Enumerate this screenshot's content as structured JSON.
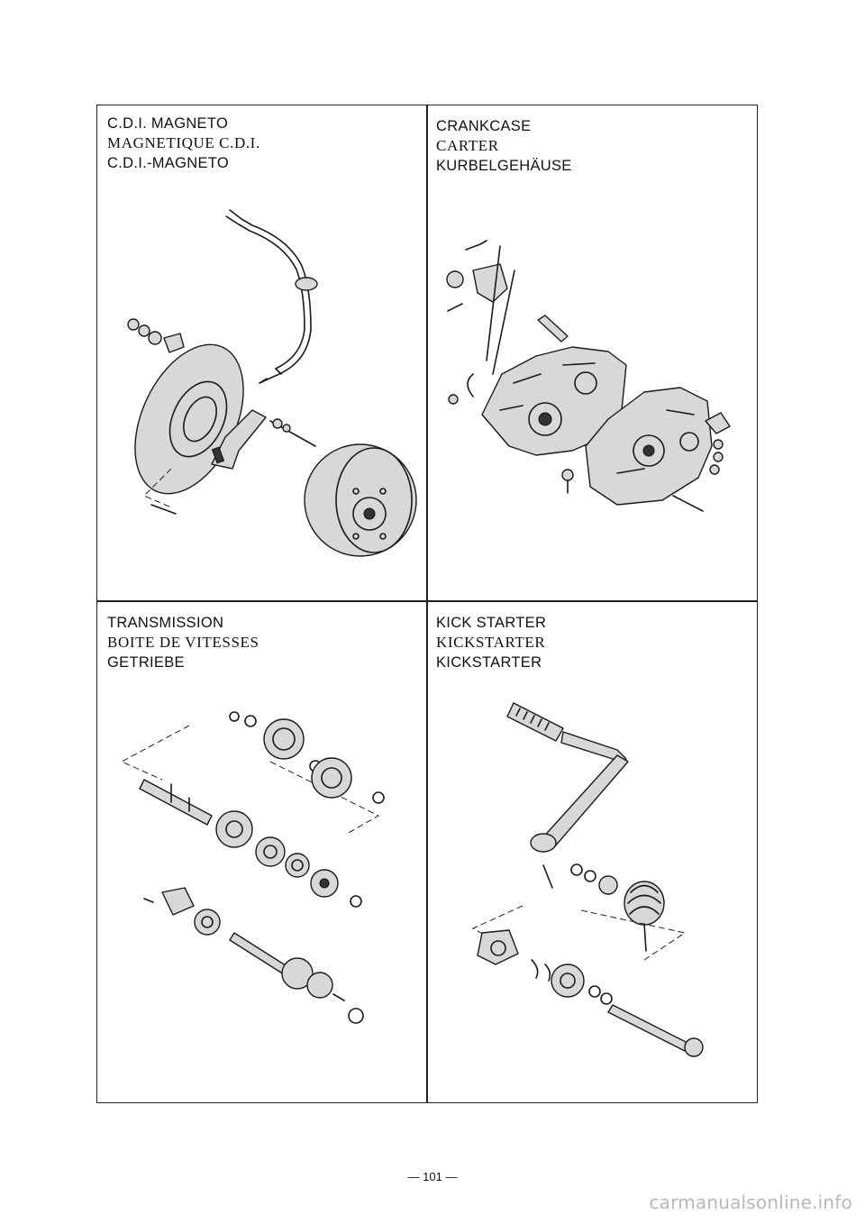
{
  "sections": [
    {
      "lines": [
        "C.D.I. MAGNETO",
        "MAGNETIQUE C.D.I.",
        "C.D.I.-MAGNETO"
      ]
    },
    {
      "lines": [
        "CRANKCASE",
        "CARTER",
        "KURBELGEHÄUSE"
      ]
    },
    {
      "lines": [
        "TRANSMISSION",
        "BOITE DE VITESSES",
        "GETRIEBE"
      ]
    },
    {
      "lines": [
        "KICK STARTER",
        "KICKSTARTER",
        "KICKSTARTER"
      ]
    }
  ],
  "page_number": "— 101 —",
  "watermark": "carmanualsonline.info"
}
